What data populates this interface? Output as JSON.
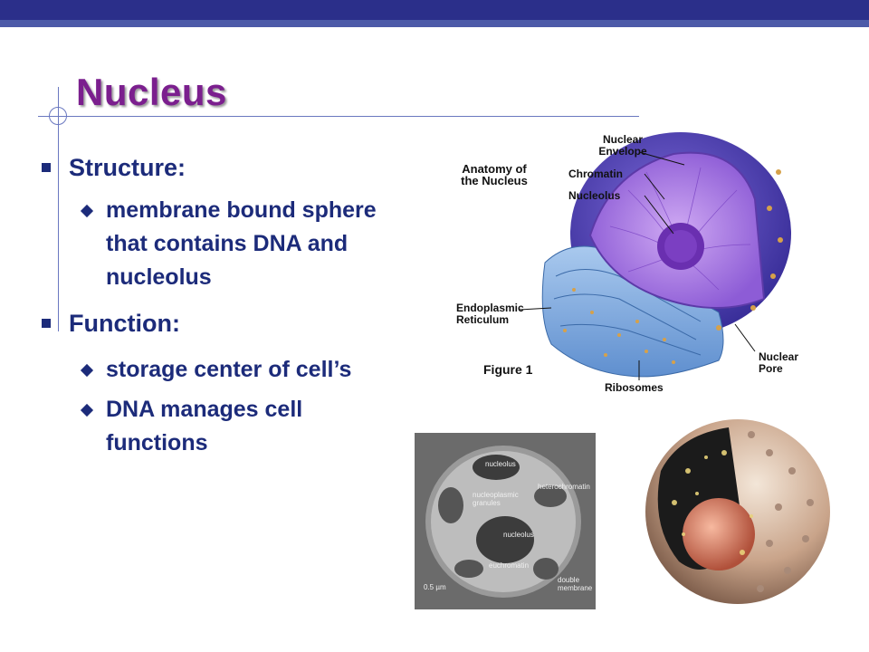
{
  "title": "Nucleus",
  "bullets": [
    {
      "label": "Structure:",
      "items": [
        " membrane bound sphere that contains DNA and nucleolus"
      ]
    },
    {
      "label": "Function:",
      "items": [
        "storage center of cell’s",
        "DNA manages cell functions"
      ]
    }
  ],
  "figure": {
    "heading": "Anatomy of the Nucleus",
    "caption": "Figure 1",
    "labels": {
      "nuclear_envelope": "Nuclear Envelope",
      "chromatin": "Chromatin",
      "nucleolus": "Nucleolus",
      "endoplasmic_reticulum": "Endoplasmic Reticulum",
      "nuclear_pore": "Nuclear Pore",
      "ribosomes": "Ribosomes"
    }
  },
  "micrograph": {
    "labels": {
      "nucleolus_top": "nucleolus",
      "heterochromatin": "heterochromatin",
      "nucleoplasmic_granules": "nucleoplasmic granules",
      "nucleolus_center": "nucleolus",
      "euchromatin": "euchromatin",
      "scale": "0.5 µm",
      "double_membrane": "double membrane"
    }
  },
  "colors": {
    "title": "#7b1f8e",
    "text": "#1c2b7a",
    "topbar": "#2b2f8a"
  }
}
